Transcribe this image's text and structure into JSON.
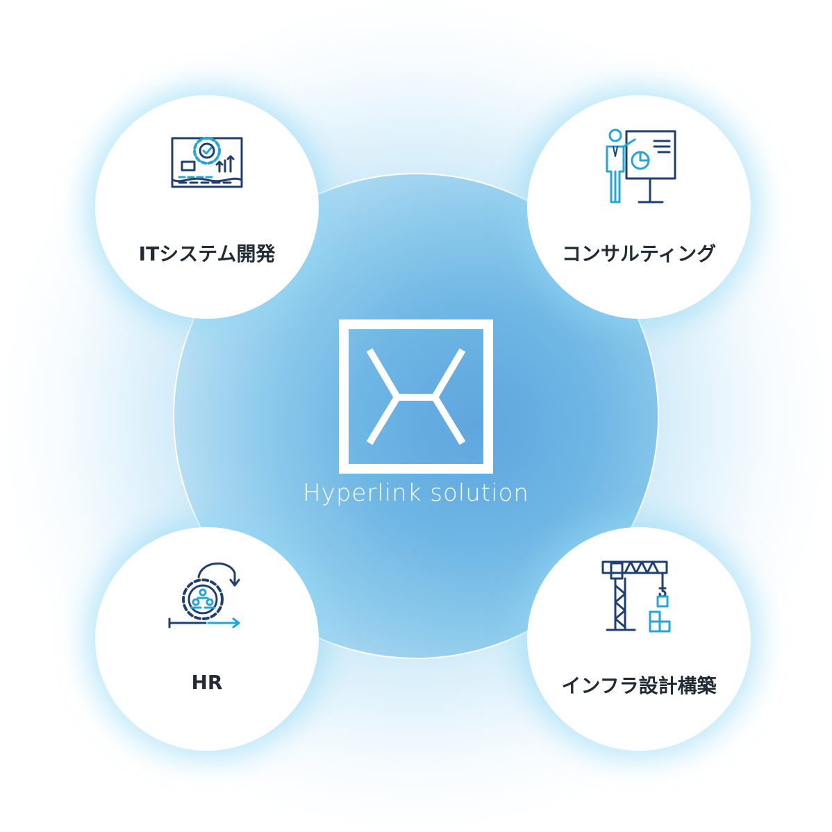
{
  "center": {
    "brand_name": "Hyperlink solution"
  },
  "services": [
    {
      "label": "ITシステム開発",
      "icon": "gear-blueprint-icon"
    },
    {
      "label": "コンサルティング",
      "icon": "presenter-chart-icon"
    },
    {
      "label": "HR",
      "icon": "team-gear-cycle-icon"
    },
    {
      "label": "インフラ設計構築",
      "icon": "crane-blocks-icon"
    }
  ],
  "colors": {
    "core_blue": "#5ea6de",
    "glow_blue": "#8cd7f5",
    "icon_navy": "#1f3f72",
    "icon_cyan": "#20a7d8",
    "label_text": "#222a33"
  }
}
